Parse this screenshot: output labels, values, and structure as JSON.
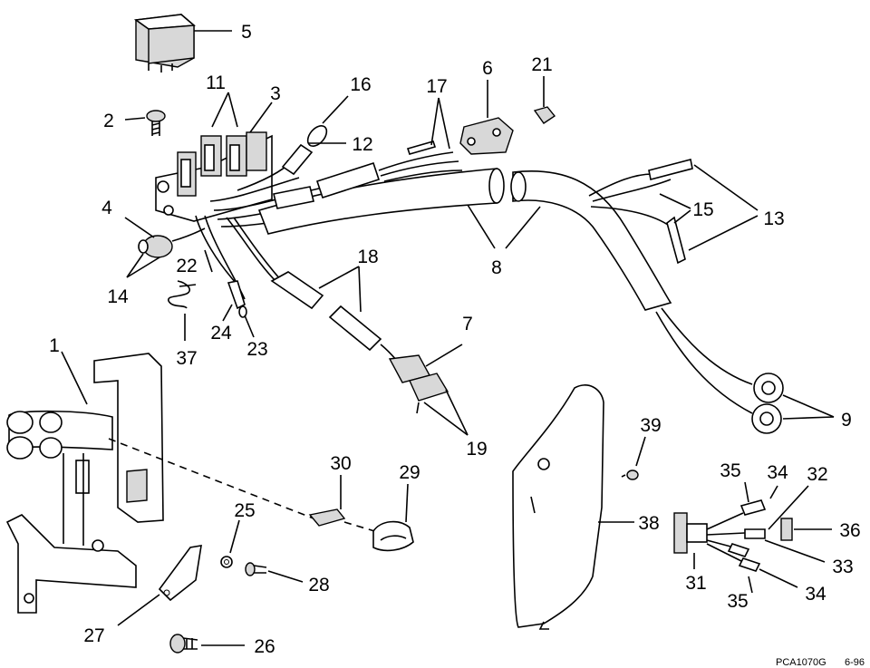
{
  "callouts": {
    "c1": "1",
    "c2": "2",
    "c3": "3",
    "c4": "4",
    "c5": "5",
    "c6": "6",
    "c7": "7",
    "c8": "8",
    "c9": "9",
    "c11": "11",
    "c12": "12",
    "c13": "13",
    "c14": "14",
    "c15": "15",
    "c16": "16",
    "c17": "17",
    "c18": "18",
    "c19": "19",
    "c21": "21",
    "c22": "22",
    "c23": "23",
    "c24": "24",
    "c25": "25",
    "c26": "26",
    "c27": "27",
    "c28": "28",
    "c29": "29",
    "c30": "30",
    "c31": "31",
    "c32": "32",
    "c33": "33",
    "c34a": "34",
    "c34b": "34",
    "c35a": "35",
    "c35b": "35",
    "c36": "36",
    "c37": "37",
    "c38": "38",
    "c39": "39"
  },
  "caption": {
    "code": "PCA1070G",
    "date": "6-96"
  }
}
